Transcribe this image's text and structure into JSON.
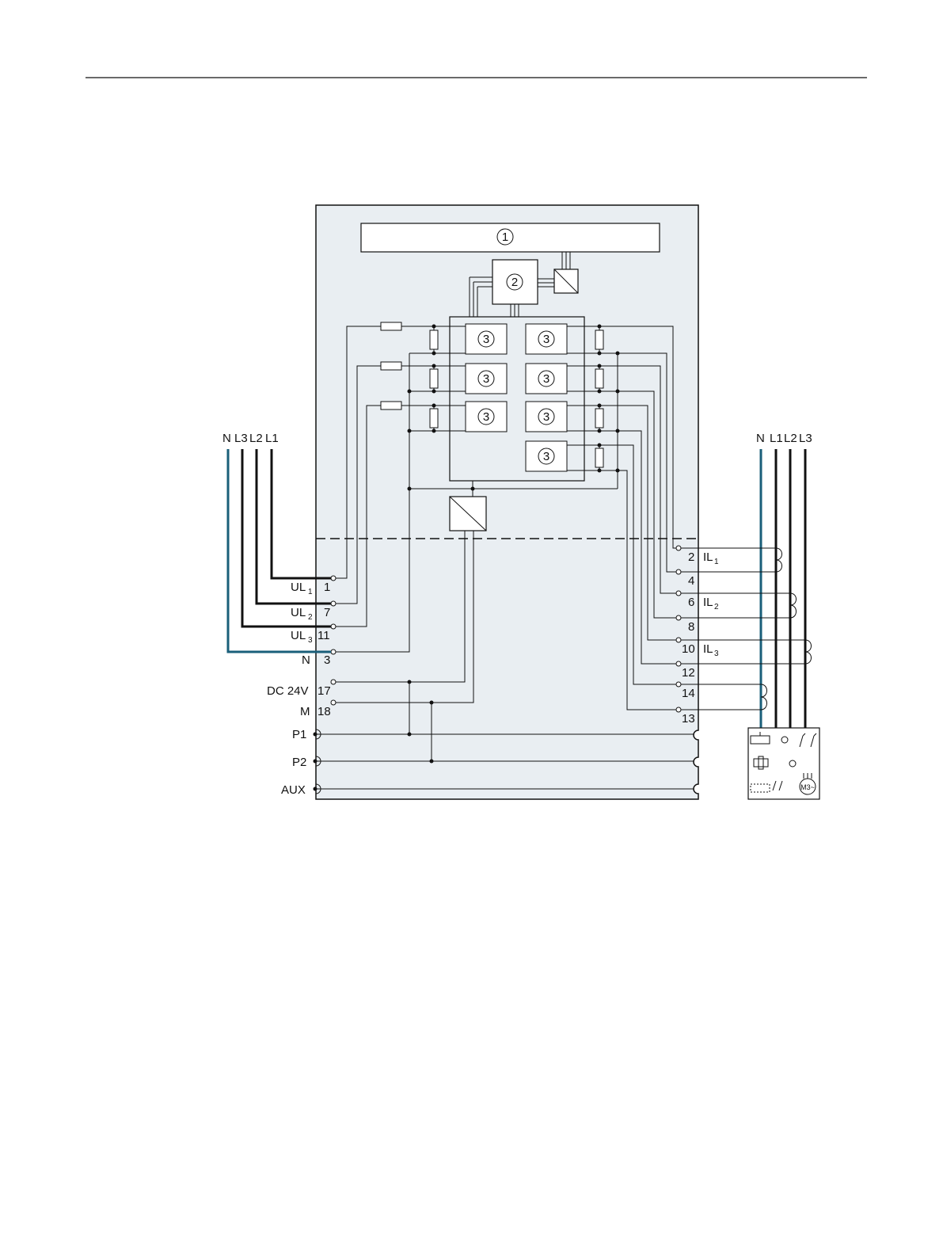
{
  "circled_labels": {
    "c1": "1",
    "c2": "2",
    "c3": "3"
  },
  "left_supply": {
    "n": "N",
    "l3": "L3",
    "l2": "L2",
    "l1": "L1"
  },
  "right_supply": {
    "n": "N",
    "l1": "L1",
    "l2": "L2",
    "l3": "L3"
  },
  "left_terminals": {
    "ul1": {
      "name": "UL",
      "sub": "1",
      "num": "1"
    },
    "ul2": {
      "name": "UL",
      "sub": "2",
      "num": "7"
    },
    "ul3": {
      "name": "UL",
      "sub": "3",
      "num": "11"
    },
    "n": {
      "name": "N",
      "num": "3"
    },
    "dc24": {
      "name": "DC 24V",
      "num": "17"
    },
    "m": {
      "name": "M",
      "num": "18"
    },
    "p1": "P1",
    "p2": "P2",
    "aux": "AUX"
  },
  "right_terminals": {
    "t2": "2",
    "t4": "4",
    "t6": "6",
    "t8": "8",
    "t10": "10",
    "t12": "12",
    "t14": "14",
    "t13": "13"
  },
  "current_labels": {
    "il1": {
      "name": "IL",
      "sub": "1"
    },
    "il2": {
      "name": "IL",
      "sub": "2"
    },
    "il3": {
      "name": "IL",
      "sub": "3"
    }
  },
  "load_symbols": {
    "motor": "M3~"
  },
  "colors": {
    "neutral": "#1a5f7a",
    "module_fill": "#e9eef2",
    "line": "#111111"
  }
}
